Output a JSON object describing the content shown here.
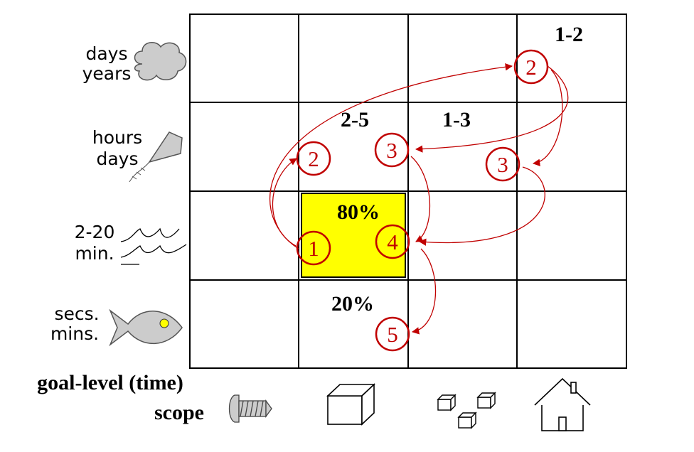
{
  "rows": [
    {
      "lines": [
        "days",
        "years"
      ],
      "icon": "cloud-icon"
    },
    {
      "lines": [
        "hours",
        "days"
      ],
      "icon": "kite-icon"
    },
    {
      "lines": [
        "2-20",
        "min."
      ],
      "icon": "waves-icon"
    },
    {
      "lines": [
        "secs.",
        "mins."
      ],
      "icon": "fish-icon"
    }
  ],
  "columns": [
    {
      "icon": "screw-icon"
    },
    {
      "icon": "box-icon"
    },
    {
      "icon": "small-boxes-icon"
    },
    {
      "icon": "house-icon"
    }
  ],
  "cell_labels": [
    {
      "text": "1-2",
      "row": 0,
      "col": 3
    },
    {
      "text": "2-5",
      "row": 1,
      "col": 1
    },
    {
      "text": "1-3",
      "row": 1,
      "col": 2
    },
    {
      "text": "80%",
      "row": 2,
      "col": 1
    },
    {
      "text": "20%",
      "row": 3,
      "col": 1
    }
  ],
  "highlight": {
    "row": 2,
    "col": 1,
    "color": "#ffff00"
  },
  "markers": [
    {
      "id": "m1",
      "label": "1",
      "row": 2,
      "col": 1
    },
    {
      "id": "m2a",
      "label": "2",
      "row": 1,
      "col": 1
    },
    {
      "id": "m2b",
      "label": "2",
      "row": 0,
      "col": 3
    },
    {
      "id": "m3a",
      "label": "3",
      "row": 1,
      "col": 1
    },
    {
      "id": "m3b",
      "label": "3",
      "row": 1,
      "col": 3
    },
    {
      "id": "m4",
      "label": "4",
      "row": 2,
      "col": 1
    },
    {
      "id": "m5",
      "label": "5",
      "row": 3,
      "col": 1
    }
  ],
  "transitions": [
    {
      "from": "m1",
      "to": "m2a"
    },
    {
      "from": "m1",
      "to": "m2b"
    },
    {
      "from": "m2b",
      "to": "m3a"
    },
    {
      "from": "m2b",
      "to": "m3b"
    },
    {
      "from": "m3a",
      "to": "m4"
    },
    {
      "from": "m3b",
      "to": "m4"
    },
    {
      "from": "m4",
      "to": "m5"
    }
  ],
  "axis": {
    "row_title": "goal-level (time)",
    "column_title": "scope"
  },
  "colors": {
    "marker": "#c00000",
    "grid": "#000000",
    "highlight": "#ffff00",
    "icon_fill": "#cccccc",
    "fish_eye": "#ffff00"
  }
}
